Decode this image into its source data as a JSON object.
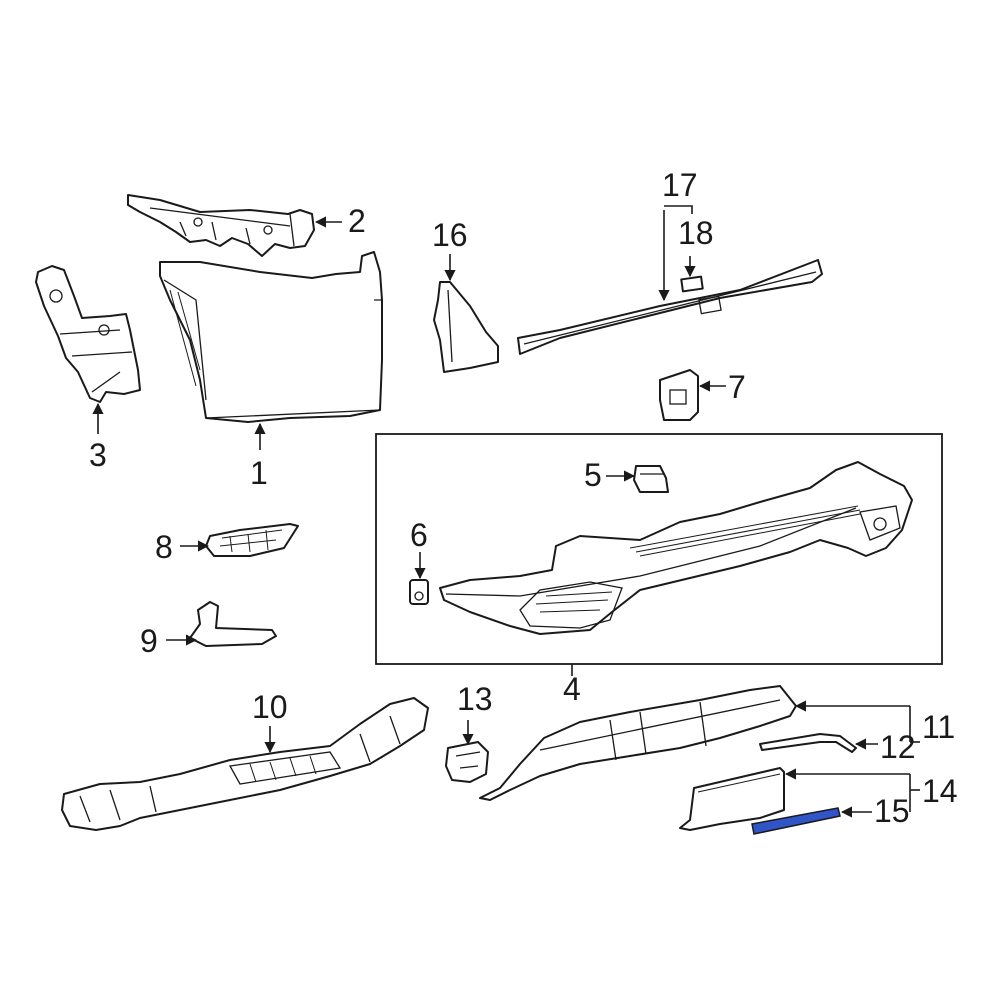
{
  "diagram": {
    "callouts": {
      "c1": "1",
      "c2": "2",
      "c3": "3",
      "c4": "4",
      "c5": "5",
      "c6": "6",
      "c7": "7",
      "c8": "8",
      "c9": "9",
      "c10": "10",
      "c11": "11",
      "c12": "12",
      "c13": "13",
      "c14": "14",
      "c15": "15",
      "c16": "16",
      "c17": "17",
      "c18": "18"
    },
    "colors": {
      "line": "#1a1a1a",
      "highlight_part": "#2f55c8",
      "background": "#ffffff"
    },
    "highlighted_part": "15"
  }
}
